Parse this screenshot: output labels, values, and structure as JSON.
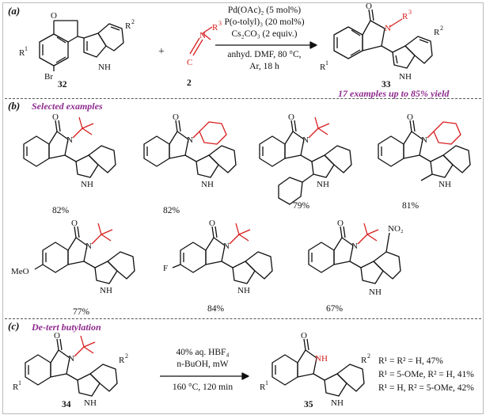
{
  "panels": {
    "a": {
      "label": "(a)",
      "reagent_top": "Pd(OAc)₂ (5 mol%)",
      "reagent_2": "P(o-tolyl)₃ (20 mol%)",
      "reagent_3": "Cs₂CO₃ (2 equiv.)",
      "conditions_1": "anhyd. DMF, 80 °C,",
      "conditions_2": "Ar, 18 h",
      "plus": "+",
      "compound_start": "32",
      "compound_iso": "2",
      "compound_product": "33",
      "summary": "17 examples up to 85% yield"
    },
    "b": {
      "label": "(b)",
      "heading": "Selected examples",
      "yields": [
        "82%",
        "82%",
        "79%",
        "81%",
        "77%",
        "84%",
        "67%"
      ]
    },
    "c": {
      "label": "(c)",
      "heading": "De-tert butylation",
      "reagent_1": "40% aq. HBF₄",
      "reagent_2": "n-BuOH, mW",
      "conditions": "160 °C, 120 min",
      "compound_start": "34",
      "compound_product": "35",
      "results": [
        "R¹ = R² = H, 47%",
        "R¹ = 5-OMe, R² = H, 41%",
        "R¹ = H, R² = 5-OMe, 42%"
      ]
    }
  },
  "atoms": {
    "O": "O",
    "N": "N",
    "NH": "NH",
    "Br": "Br",
    "C": "C",
    "R": "R",
    "R1": "1",
    "R2": "2",
    "R3": "3",
    "MeO": "MeO",
    "F": "F",
    "NO2": "NO₂"
  },
  "colors": {
    "accent_red": "#d81e1e",
    "heading_purple": "#8e2a8e"
  }
}
